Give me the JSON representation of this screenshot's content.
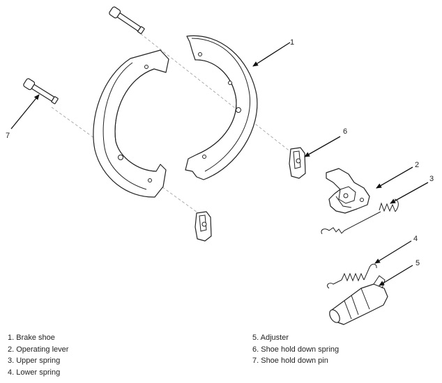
{
  "callouts": [
    "1",
    "2",
    "3",
    "4",
    "5",
    "6",
    "7"
  ],
  "legend": {
    "left": [
      "1. Brake shoe",
      "2. Operating lever",
      "3. Upper spring",
      "4. Lower spring"
    ],
    "right": [
      "5. Adjuster",
      "6. Shoe hold down spring",
      "7. Shoe hold down pin"
    ]
  }
}
